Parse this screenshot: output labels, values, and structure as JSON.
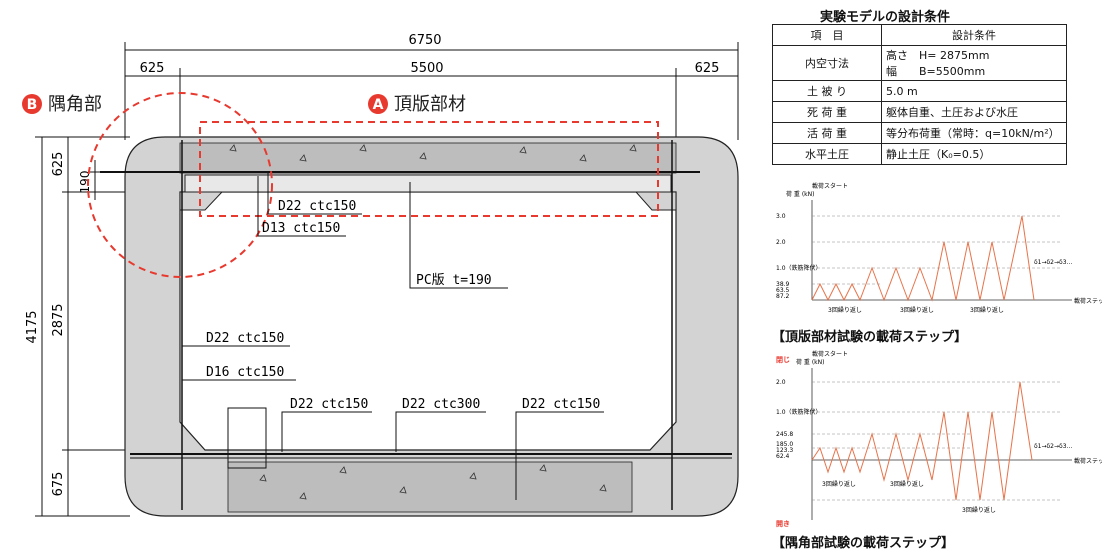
{
  "dims": {
    "total": "6750",
    "left_haunch": "625",
    "inner_span": "5500",
    "right_haunch": "625",
    "top_slab": "625",
    "pc_slab": "190",
    "overall_height": "4175",
    "inner_height": "2875",
    "bottom_slab": "675"
  },
  "labels": {
    "corner_marker": "B",
    "corner_label": "隅角部",
    "top_marker": "A",
    "top_label": "頂版部材",
    "rebar_top_main": "D22 ctc150",
    "rebar_top_dist": "D13 ctc150",
    "pc_slab": "PC版 t=190",
    "wall_outer": "D22 ctc150",
    "wall_inner": "D16 ctc150",
    "bottom_1": "D22 ctc150",
    "bottom_2": "D22 ctc300",
    "bottom_3": "D22 ctc150"
  },
  "table": {
    "title": "実験モデルの設計条件",
    "header_item": "項　目",
    "header_cond": "設計条件",
    "rows": [
      {
        "item": "内空寸法",
        "line1": "高さ　H= 2875mm",
        "line2": "幅　　B=5500mm"
      },
      {
        "item": "土 被 り",
        "line1": "5.0 m"
      },
      {
        "item": "死 荷 重",
        "line1": "躯体自重、土圧および水圧"
      },
      {
        "item": "活 荷 重",
        "line1": "等分布荷重（常時：q=10kN/m²）"
      },
      {
        "item": "水平土圧",
        "line1": "静止土圧（K₀=0.5）"
      }
    ]
  },
  "chart_top": {
    "caption": "【頂版部材試験の載荷ステップ】",
    "start_label": "載荷スタート",
    "yaxis_label": "荷 重 (kN)",
    "xaxis_label": "載荷ステップ",
    "y_labels": [
      "3.0",
      "2.0",
      "1.0（鉄筋降伏）",
      "38.9",
      "63.5",
      "87.2"
    ],
    "repeat_label": "3回繰り返し",
    "note": "δ1→δ2→δ3…"
  },
  "chart_corner": {
    "caption": "【隅角部試験の載荷ステップ】",
    "close_label": "閉じ",
    "open_label": "開き",
    "start_label": "載荷スタート",
    "yaxis_label": "荷 重 (kN)",
    "xaxis_label": "載荷ステップ",
    "y_labels": [
      "2.0",
      "1.0（鉄筋降伏）",
      "245.8",
      "185.0",
      "123.3",
      "62.4"
    ],
    "repeat_label": "3回繰り返し",
    "note": "δ1→δ2→δ3…"
  },
  "colors": {
    "concrete": "#d3d3d3",
    "accent_red": "#e8392f",
    "load_line": "#e8734a"
  }
}
